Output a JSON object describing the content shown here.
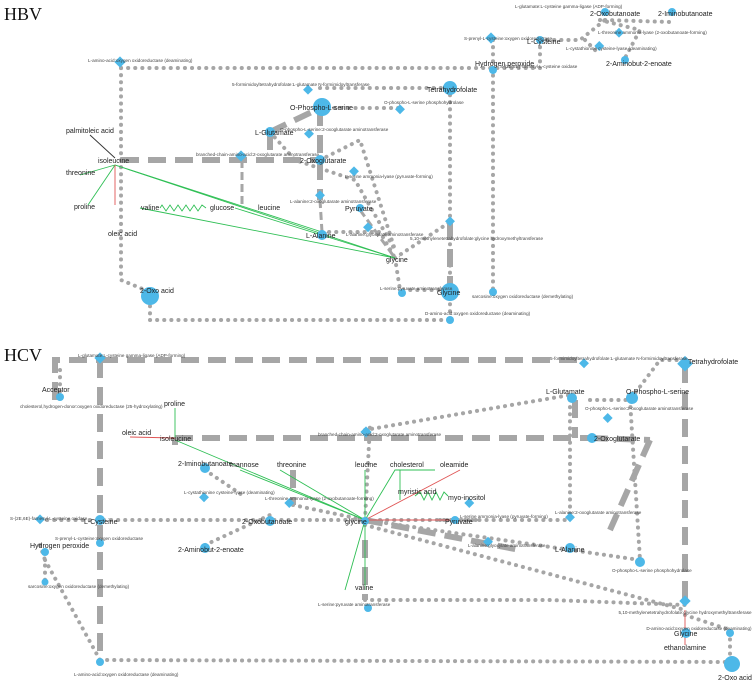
{
  "panels": {
    "hbv": {
      "title": "HBV"
    },
    "hcv": {
      "title": "HCV"
    }
  },
  "hbv": {
    "metabolites": {
      "two_oxobutanoate": "2-Oxobutanoate",
      "two_iminobutanoate": "2-Iminobutanoate",
      "two_aminobut_enoate": "2-Aminobut-2-enoate",
      "l_cysteine": "L-Cysteine",
      "hydrogen_peroxide": "Hydrogen peroxide",
      "tetrahydrofolate": "Tetrahydrofolate",
      "o_phospho_l_serine": "O-Phospho-L-serine",
      "l_glutamate": "L-Glutamate",
      "two_oxoglutarate": "2-Oxoglutarate",
      "palmitoleic_acid": "palmitoleic acid",
      "isoleucine": "isoleucine",
      "threonine": "threonine",
      "proline": "proline",
      "valine": "valine",
      "glucose": "glucose",
      "leucine": "leucine",
      "pyruvate": "Pyruvate",
      "l_alanine": "L-Alanine",
      "oleic_acid": "oleic acid",
      "glycine_hub": "glycine",
      "glycine": "Glycine",
      "two_oxo_acid": "2-Oxo acid"
    },
    "enzymes": {
      "glutamate_cysteine_ligase": "L-glutamate:L-cysteine gamma-ligase (ADP-forming)",
      "threonine_ammonia_lyase": "L-threonine ammonia-lyase (2-oxobutanoate-forming)",
      "cystathionine_lyase": "L-cystathionine cysteine-lyase (deaminating)",
      "prenyl_cysteine_oxidase": "S-prenyl-L-cysteine:oxygen oxidoreductase",
      "farnesyl_cysteine_oxidase": "S-(2E,6E)-farnesyl-L-cysteine oxidase",
      "amino_acid_oxidoreductase_top": "L-amino-acid:oxygen oxidoreductase (deaminating)",
      "formimidoyl_transferase": "5-formimidoyltetrahydrofolate:L-glutamate N-formimidoyltransferase",
      "phosphoserine_phosphohydrolase": "O-phospho-L-serine phosphohydrolase",
      "phosphoserine_aminotransferase": "O-phospho-L-serine:2-oxoglutarate aminotransferase",
      "bcaa_aminotransferase": "branched-chain-amino-acid:2-oxoglutarate aminotransferase",
      "alanine_oxoglutarate_aminotransferase": "L-alanine:2-oxoglutarate aminotransferase",
      "serine_ammonia_lyase": "L-serine ammonia-lyase (pyruvate-forming)",
      "alanine_glyoxylate_aminotransferase": "L-alanine:glyoxylate aminotransferase",
      "hydroxymethyltransferase": "5,10-methylenetetrahydrofolate:glycine hydroxymethyltransferase",
      "serine_pyruvate_aminotransferase": "L-serine:pyruvate aminotransferase",
      "sarcosine_oxidoreductase": "sarcosine:oxygen oxidoreductase (demethylating)",
      "d_amino_acid_oxidoreductase": "D-amino-acid:oxygen oxidoreductase (deaminating)"
    }
  },
  "hcv": {
    "metabolites": {
      "acceptor": "Acceptor",
      "tetrahydrofolate": "Tetrahydrofolate",
      "l_glutamate": "L-Glutamate",
      "o_phospho_l_serine": "O-Phospho-L-serine",
      "two_oxoglutarate": "2-Oxoglutarate",
      "proline": "proline",
      "oleic_acid": "oleic acid",
      "isoleucine": "isoleucine",
      "mannose": "mannose",
      "threonine": "threonine",
      "leucine": "leucine",
      "cholesterol": "cholesterol",
      "oleamide": "oleamide",
      "myristic_acid": "myristic acid",
      "myo_inositol": "myo-inositol",
      "two_iminobutanoate": "2-Iminobutanoate",
      "l_cysteine": "L-Cysteine",
      "two_oxobutanoate": "2-Oxobutanoate",
      "glycine_hub": "glycine",
      "pyruvate": "Pyruvate",
      "two_aminobut_enoate": "2-Aminobut-2-enoate",
      "hydrogen_peroxide": "Hydrogen peroxide",
      "l_alanine": "L-Alanine",
      "valine": "valine",
      "glycine": "Glycine",
      "ethanolamine": "ethanolamine",
      "two_oxo_acid": "2-Oxo acid"
    },
    "enzymes": {
      "cholesterol_monooxygenase": "cholesterol,hydrogen-donor:oxygen oxidoreductase (25-hydroxylating)",
      "glutamate_cysteine_ligase": "L-glutamate:L-cysteine gamma-ligase (ADP-forming)",
      "formimidoyl_transferase": "5-formimidoyltetrahydrofolate:L-glutamate N-formimidoyltransferase",
      "phosphoserine_aminotransferase": "O-phospho-L-serine:2-oxoglutarate aminotransferase",
      "bcaa_aminotransferase": "branched-chain-amino-acid:2-oxoglutarate aminotransferase",
      "cystathionine_lyase": "L-cystathionine cysteine-lyase (deaminating)",
      "threonine_ammonia_lyase": "L-threonine ammonia-lyase (2-oxobutanoate-forming)",
      "farnesyl_cysteine_oxidase": "S-(2E,6E)-farnesyl-L-cysteine oxidase",
      "prenyl_cysteine_oxidase": "S-prenyl-L-cysteine:oxygen oxidoreductase",
      "serine_ammonia_lyase": "L-serine ammonia-lyase (pyruvate-forming)",
      "alanine_oxoglutarate_aminotransferase": "L-alanine:2-oxoglutarate aminotransferase",
      "alanine_glyoxylate_aminotransferase": "L-alanine:glyoxylate aminotransferase",
      "sarcosine_oxidoreductase": "sarcosine:oxygen oxidoreductase (demethylating)",
      "phosphoserine_phosphohydrolase": "O-phospho-L-serine phosphohydrolase",
      "hydroxymethyltransferase": "5,10-methylenetetrahydrofolate:glycine hydroxymethyltransferase",
      "serine_pyruvate_aminotransferase": "L-serine:pyruvate aminotransferase",
      "d_amino_acid_oxidoreductase": "D-amino-acid:oxygen oxidoreductase (deaminating)",
      "amino_acid_oxidoreductase_bottom": "L-amino-acid:oxygen oxidoreductase (deaminating)"
    }
  },
  "colors": {
    "node": "#4db8e8",
    "edge_gray": "#a6a6a6",
    "edge_green": "#2fbf55",
    "edge_red": "#e05555",
    "edge_black": "#333333"
  }
}
